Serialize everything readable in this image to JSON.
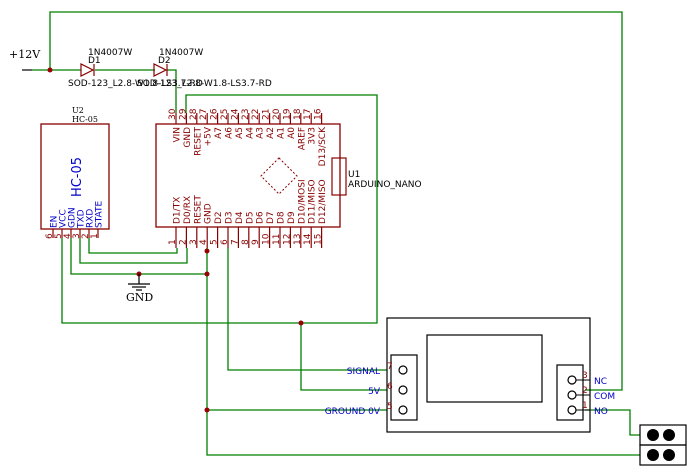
{
  "power": {
    "label": "+12V"
  },
  "ground": {
    "label": "GND"
  },
  "diodes": [
    {
      "ref": "D1",
      "value": "1N4007W",
      "footprint": "SOD-123_L2.8-W1.8-LS3.7-RD"
    },
    {
      "ref": "D2",
      "value": "1N4007W",
      "footprint": "SOD-123_L2.8-W1.8-LS3.7-RD"
    }
  ],
  "hc05": {
    "ref": "U2",
    "name": "HC-05",
    "title": "HC-05",
    "pins": [
      {
        "num": "6",
        "name": "EN"
      },
      {
        "num": "5",
        "name": "VCC"
      },
      {
        "num": "4",
        "name": "GDN"
      },
      {
        "num": "3",
        "name": "TXD"
      },
      {
        "num": "2",
        "name": "RXD"
      },
      {
        "num": "1",
        "name": "STATE"
      }
    ]
  },
  "nano": {
    "ref": "U1",
    "name": "ARDUINO_NANO",
    "top_pins": [
      {
        "num": "30",
        "name": "VIN"
      },
      {
        "num": "29",
        "name": "GND"
      },
      {
        "num": "28",
        "name": "RESET"
      },
      {
        "num": "27",
        "name": "+5V"
      },
      {
        "num": "26",
        "name": "A7"
      },
      {
        "num": "25",
        "name": "A6"
      },
      {
        "num": "24",
        "name": "A5"
      },
      {
        "num": "23",
        "name": "A4"
      },
      {
        "num": "22",
        "name": "A3"
      },
      {
        "num": "21",
        "name": "A2"
      },
      {
        "num": "20",
        "name": "A1"
      },
      {
        "num": "19",
        "name": "A0"
      },
      {
        "num": "18",
        "name": "AREF"
      },
      {
        "num": "17",
        "name": "3V3"
      },
      {
        "num": "16",
        "name": "D13/SCK"
      }
    ],
    "bottom_pins": [
      {
        "num": "1",
        "name": "D1/TX"
      },
      {
        "num": "2",
        "name": "D0/RX"
      },
      {
        "num": "3",
        "name": "RESET"
      },
      {
        "num": "4",
        "name": "GND"
      },
      {
        "num": "5",
        "name": "D2"
      },
      {
        "num": "6",
        "name": "D3"
      },
      {
        "num": "7",
        "name": "D4"
      },
      {
        "num": "8",
        "name": "D5"
      },
      {
        "num": "9",
        "name": "D6"
      },
      {
        "num": "10",
        "name": "D7"
      },
      {
        "num": "11",
        "name": "D8"
      },
      {
        "num": "12",
        "name": "D9"
      },
      {
        "num": "13",
        "name": "D10/MOSI"
      },
      {
        "num": "14",
        "name": "D11/MISO"
      },
      {
        "num": "15",
        "name": "D12/MISO"
      }
    ]
  },
  "relay": {
    "left_pins": [
      {
        "num": "7",
        "name": "SIGNAL"
      },
      {
        "num": "6",
        "name": "5V"
      },
      {
        "num": "5",
        "name": "GROUND 0V"
      }
    ],
    "right_pins": [
      {
        "num": "3",
        "name": "NC"
      },
      {
        "num": "2",
        "name": "COM"
      },
      {
        "num": "1",
        "name": "NO"
      }
    ]
  },
  "colors": {
    "wire": "#008000",
    "component": "#880000",
    "pin_text": "#0000c8",
    "power": "#000000",
    "junction": "#990000"
  }
}
